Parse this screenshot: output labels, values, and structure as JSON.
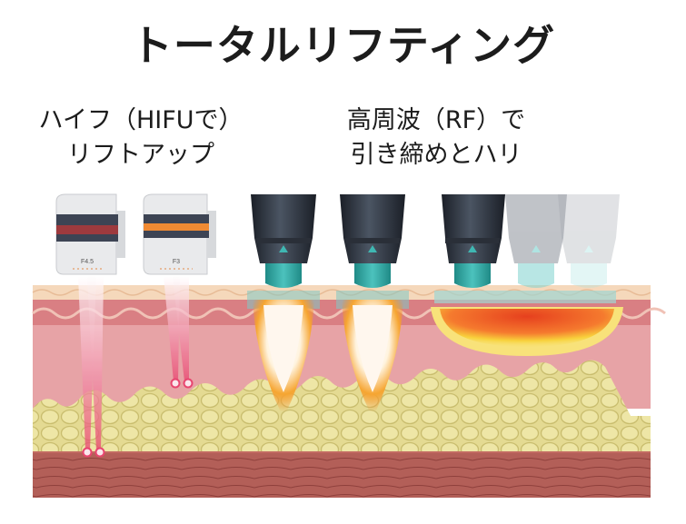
{
  "title": "トータルリフティング",
  "hifu": {
    "line1": "ハイフ（HIFUで）",
    "line2": "リフトアップ",
    "device_labels": [
      "F4.5",
      "F3"
    ]
  },
  "rf": {
    "line1": "高周波（RF）で",
    "line2": "引き締めとハリ"
  },
  "colors": {
    "epidermis": "#f6dcc0",
    "dermis": "#e9a6a8",
    "fat": "#e2d88f",
    "muscle": "#b9645c",
    "rf_tip": "#2fa39f",
    "heat_outer": "#f6a531",
    "heat_inner": "#e6401e",
    "hifu_beam": "#e8456f"
  }
}
